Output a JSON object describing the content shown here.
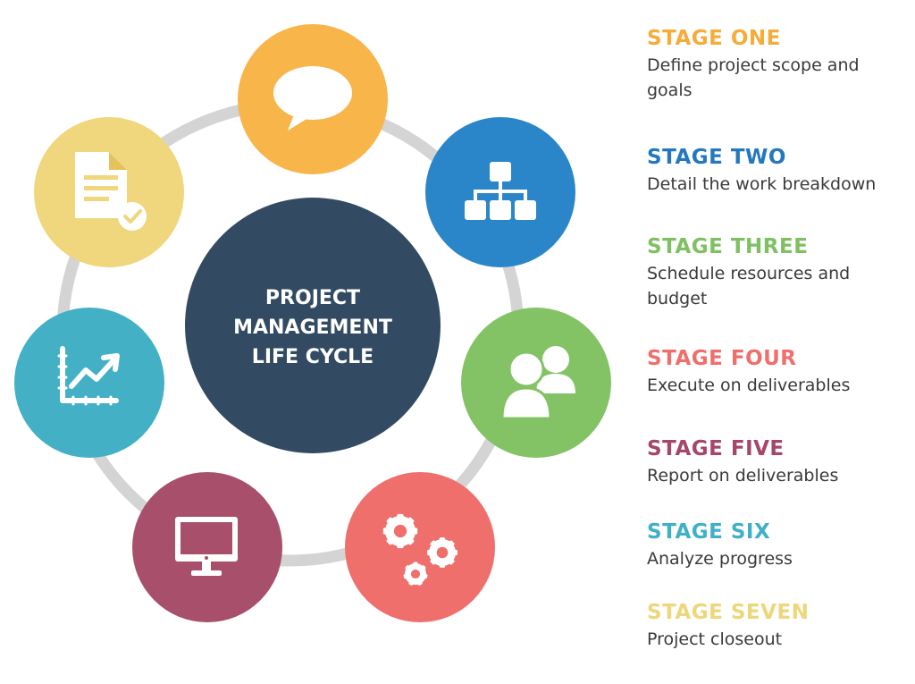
{
  "center": {
    "lines": [
      "PROJECT",
      "MANAGEMENT",
      "LIFE CYCLE"
    ],
    "color": "#324a62"
  },
  "ring_color": "#d4d4d4",
  "nodes": [
    {
      "icon": "speech-bubble-icon",
      "color": "#f8b54a"
    },
    {
      "icon": "org-chart-icon",
      "color": "#2a86c8"
    },
    {
      "icon": "users-icon",
      "color": "#83c366"
    },
    {
      "icon": "gears-icon",
      "color": "#ef6f6c"
    },
    {
      "icon": "monitor-icon",
      "color": "#a8506b"
    },
    {
      "icon": "line-chart-icon",
      "color": "#43b0c6"
    },
    {
      "icon": "document-check-icon",
      "color": "#f0d67c"
    }
  ],
  "stages": [
    {
      "title": "STAGE ONE",
      "desc": "Define project scope and goals",
      "color": "#f6ac3a"
    },
    {
      "title": "STAGE TWO",
      "desc": "Detail the work breakdown",
      "color": "#2478bf"
    },
    {
      "title": "STAGE THREE",
      "desc": "Schedule resources and budget",
      "color": "#7fc062"
    },
    {
      "title": "STAGE FOUR",
      "desc": "Execute on deliverables",
      "color": "#ef6f6c"
    },
    {
      "title": "STAGE FIVE",
      "desc": "Report on deliverables",
      "color": "#a5466a"
    },
    {
      "title": "STAGE SIX",
      "desc": "Analyze progress",
      "color": "#3fb0c8"
    },
    {
      "title": "STAGE SEVEN",
      "desc": "Project closeout",
      "color": "#eed67a"
    }
  ]
}
